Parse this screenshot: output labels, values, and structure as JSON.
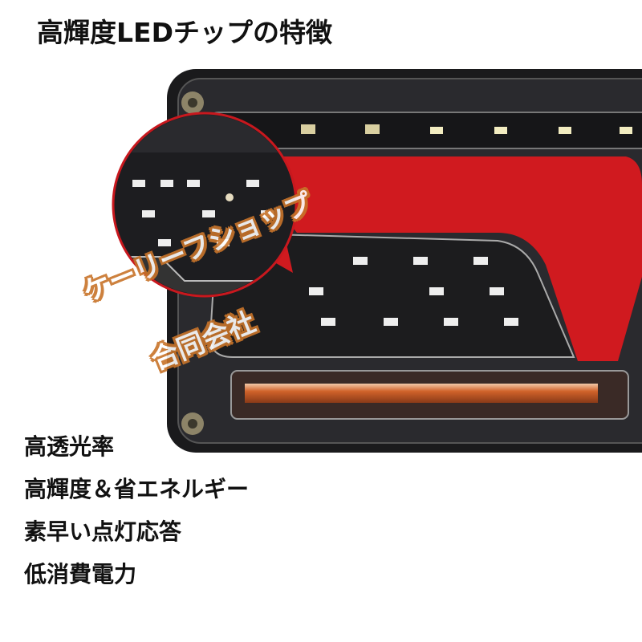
{
  "title": "高輝度LEDチップの特徴",
  "features": [
    "高透光率",
    "高輝度＆省エネルギー",
    "素早い点灯応答",
    "低消費電力"
  ],
  "watermark": {
    "line1": "ケーリーフショップ",
    "line2": "合同会社"
  },
  "colors": {
    "housing": "#1a1a1c",
    "red_lens": "#d01a1f",
    "amber_strip": "#d0622a",
    "watermark": "#c8742a"
  }
}
